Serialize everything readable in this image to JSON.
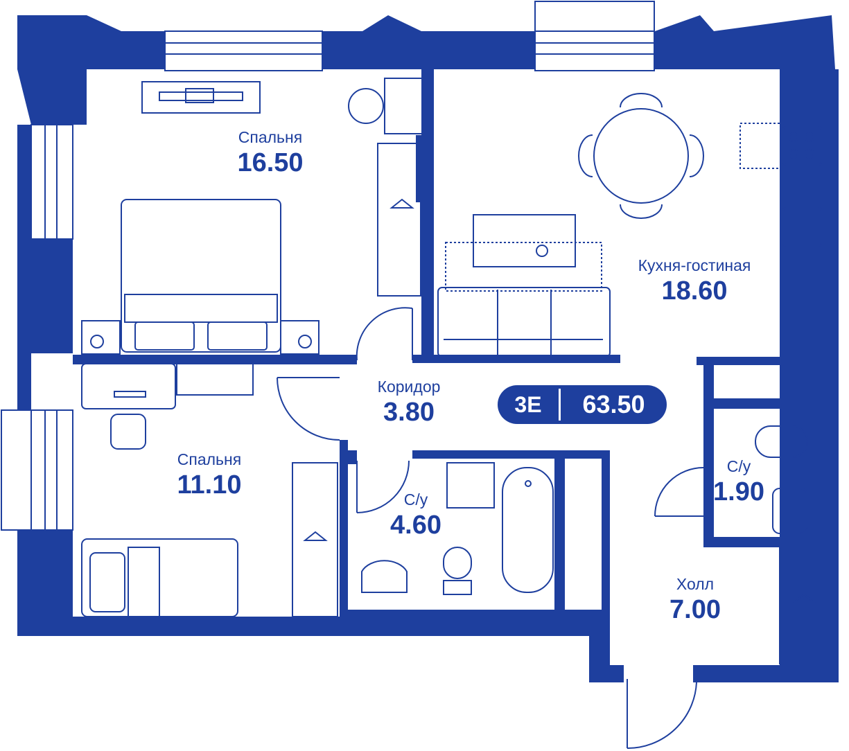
{
  "rooms": [
    {
      "name": "Спальня",
      "area": "16.50"
    },
    {
      "name": "Кухня-гостиная",
      "area": "18.60"
    },
    {
      "name": "Коридор",
      "area": "3.80"
    },
    {
      "name": "Спальня",
      "area": "11.10"
    },
    {
      "name": "С/у",
      "area": "4.60"
    },
    {
      "name": "С/у",
      "area": "1.90"
    },
    {
      "name": "Холл",
      "area": "7.00"
    }
  ],
  "badge": {
    "type": "3E",
    "total_area": "63.50"
  },
  "colors": {
    "wall": "#1e3f9e",
    "background": "#ffffff"
  }
}
